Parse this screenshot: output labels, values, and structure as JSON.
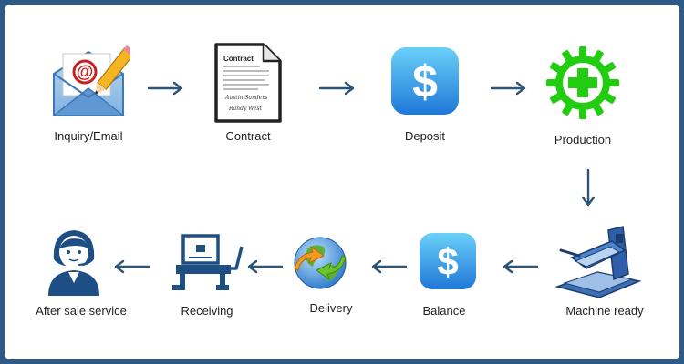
{
  "flow": {
    "row1": [
      {
        "label": "Inquiry/Email"
      },
      {
        "label": "Contract"
      },
      {
        "label": "Deposit"
      },
      {
        "label": "Production"
      }
    ],
    "row2": [
      {
        "label": "Machine ready"
      },
      {
        "label": "Balance"
      },
      {
        "label": "Delivery"
      },
      {
        "label": "Receiving"
      },
      {
        "label": "After sale service"
      }
    ]
  },
  "contract_doc": {
    "heading": "Contract",
    "signature_1": "Austin Sanders",
    "signature_2": "Randy West"
  },
  "icons": {
    "inquiry": "email-envelope-pencil-icon",
    "contract": "contract-document-icon",
    "deposit": "dollar-app-icon",
    "production": "green-gear-cross-icon",
    "machine_ready": "heat-press-machine-icon",
    "balance": "dollar-app-icon",
    "delivery": "globe-arrows-icon",
    "receiving": "package-scale-icon",
    "after_sale": "support-agent-headset-icon"
  },
  "colors": {
    "border": "#2e5a86",
    "arrow": "#2c5577",
    "dollar_app_top": "#6ad0f8",
    "dollar_app_bottom": "#1f78d8",
    "production_green": "#22cc11"
  }
}
